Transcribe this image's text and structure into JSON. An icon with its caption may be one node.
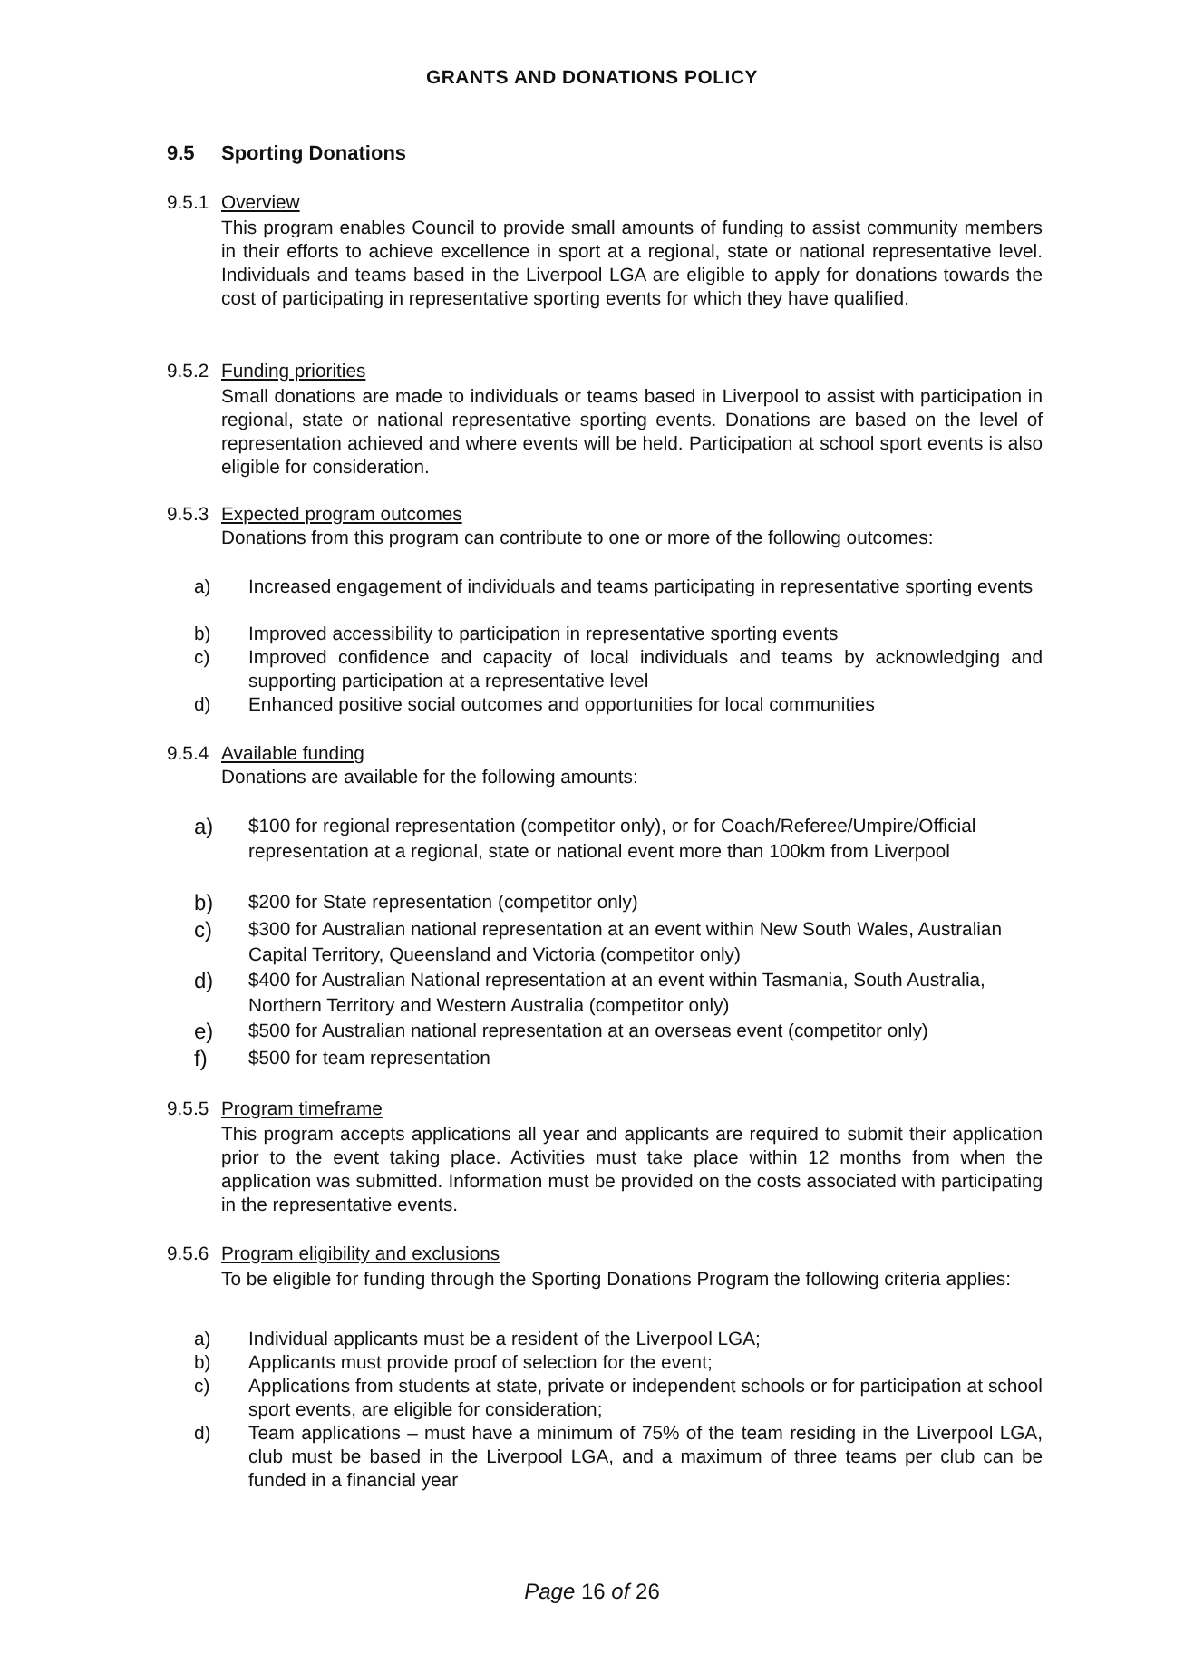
{
  "diagram": {
    "title": "GRANTS AND DONATIONS POLICY",
    "labels": [
      "9.5",
      "Sporting Donations",
      "9.5.1",
      "Overview",
      "This program enables Council to provide small amounts of funding to assist community members in their efforts to achieve excellence in sport at a regional, state or national representative level. Individuals and teams based in the Liverpool LGA are eligible to apply for donations towards the cost of participating in representative sporting events for which they have qualified.",
      "9.5.2",
      "Funding priorities",
      "Small donations are made to individuals or teams based in Liverpool to assist with participation in regional, state or national representative sporting events. Donations are based on the level of representation achieved and where events will be held. Participation at school sport events is also eligible for consideration.",
      "9.5.3",
      "Expected program outcomes",
      "Donations from this program can contribute to one or more of the following outcomes:",
      "a)",
      "Increased engagement of individuals and teams participating in representative sporting events",
      "b)",
      "Improved accessibility to participation in representative sporting events",
      "c)",
      "Improved confidence and capacity of local individuals and teams by acknowledging and supporting participation at a representative level",
      "d)",
      "Enhanced positive social outcomes and opportunities for local communities",
      "9.5.4",
      "Available funding",
      "Donations are available for the following amounts:",
      "a)",
      "$100 for regional representation (competitor only), or for Coach/Referee/Umpire/Official representation at a regional, state or national event more than 100km from Liverpool",
      "b)",
      "$200 for State representation (competitor only)",
      "c)",
      "$300 for Australian national representation at an event within New South Wales, Australian Capital Territory, Queensland and Victoria (competitor only)",
      "d)",
      "$400 for Australian National representation at an event within Tasmania, South Australia, Northern Territory and Western Australia (competitor only)",
      "e)",
      "$500 for Australian national representation at an overseas event (competitor only)",
      "f)",
      "$500 for team representation",
      "9.5.5",
      "Program timeframe",
      "This program accepts applications all year and applicants are required to submit their application prior to the event taking place. Activities must take place within 12 months from when the application was submitted. Information must be provided on the costs associated with participating in the representative events.",
      "9.5.6",
      "Program eligibility and exclusions",
      "To be eligible for funding through the Sporting Donations Program the following criteria applies:",
      "a)",
      "Individual applicants must be a resident of the Liverpool LGA;",
      "b)",
      "Applicants must provide proof of selection for the event;",
      "c)",
      "Applications from students at state, private or independent schools or for participation at school sport events, are eligible for consideration;",
      "d)",
      "Team applications – must have a minimum of 75% of the team residing in the Liverpool LGA, club must be based in the Liverpool LGA, and a maximum of three teams per club can be funded in a financial year",
      "*Page* 16 *of* 26"
    ]
  }
}
